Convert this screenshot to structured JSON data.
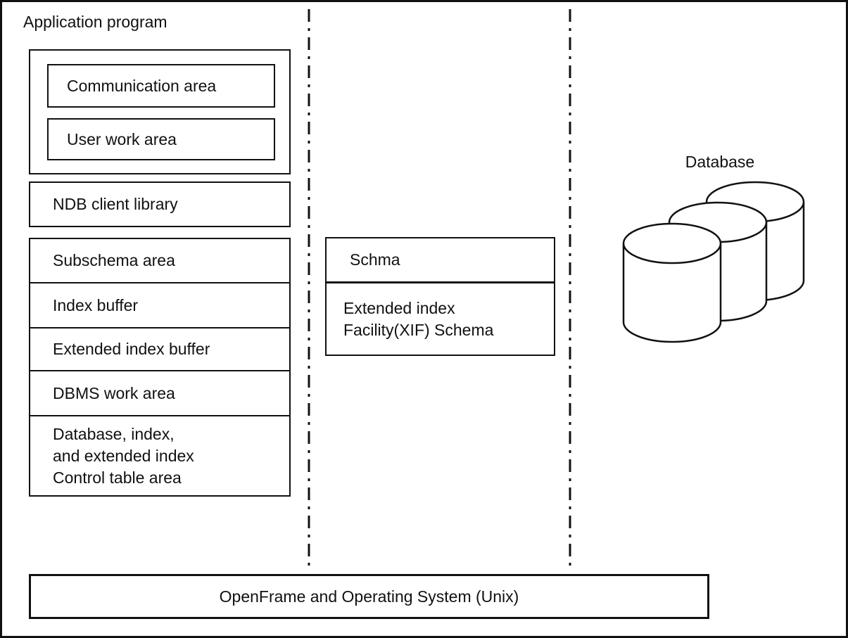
{
  "colors": {
    "ink": "#111111",
    "background": "#ffffff"
  },
  "app_program": {
    "title": "Application program",
    "communication_area": "Communication area",
    "user_work_area": "User work area",
    "ndb_client_library": "NDB client library",
    "stack": [
      "Subschema area",
      "Index buffer",
      "Extended index buffer",
      "DBMS work area",
      "Database, index,\nand extended index\nControl table area"
    ]
  },
  "schema_box": {
    "header": "Schma",
    "body": "Extended index\nFacility(XIF) Schema"
  },
  "database": {
    "label": "Database",
    "icon": "database-cylinders-icon"
  },
  "os_bar": {
    "label": "OpenFrame and Operating System (Unix)"
  }
}
